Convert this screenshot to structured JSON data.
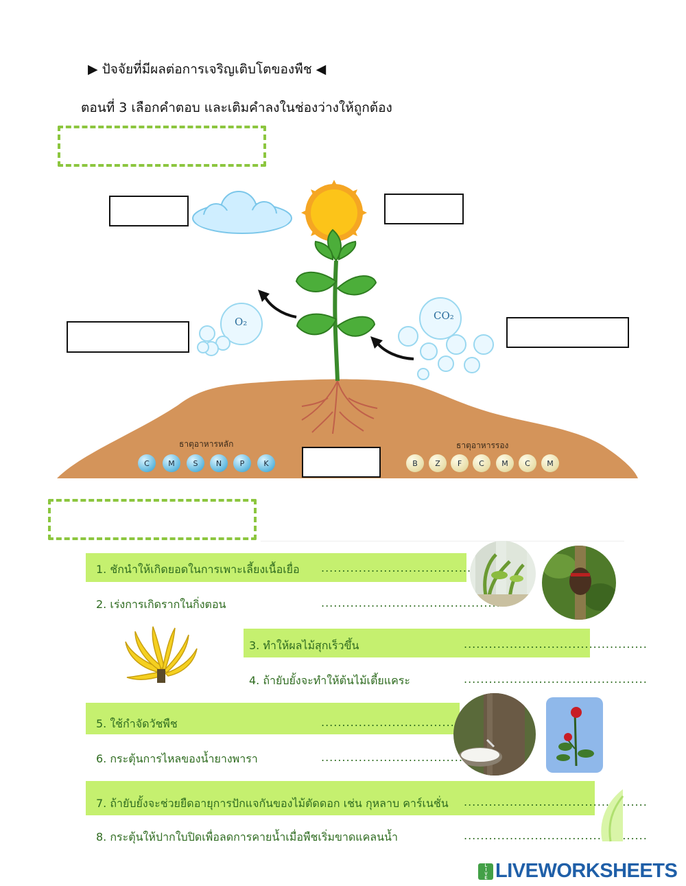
{
  "header": {
    "title": "▶ ปัจจัยที่มีผลต่อการเจริญเติบโตของพืช ◀",
    "instruction": "ตอนที่  3  เลือกคำตอบ และเติมคำลงในช่องว่างให้ถูกต้อง"
  },
  "diagram": {
    "o2_label": "O₂",
    "co2_label": "CO₂",
    "macro_label": "ธาตุอาหารหลัก",
    "micro_label": "ธาตุอาหารรอง",
    "macro_nutrients": [
      "C",
      "M",
      "S",
      "N",
      "P",
      "K"
    ],
    "micro_nutrients": [
      "B",
      "Z",
      "F",
      "C",
      "M",
      "C",
      "M"
    ]
  },
  "questions": [
    {
      "text": "1. ชักนำให้เกิดยอดในการเพาะเลี้ยงเนื้อเยื่อ",
      "dots": "............................................"
    },
    {
      "text": "2. เร่งการเกิดรากในกิ่งตอน",
      "dots": "............................................"
    },
    {
      "text": "3. ทำให้ผลไม้สุกเร็วขึ้น",
      "dots": "............................................"
    },
    {
      "text": "4. ถ้ายับยั้งจะทำให้ต้นไม้เตี้ยแคระ",
      "dots": "............................................"
    },
    {
      "text": "5. ใช้กำจัดวัชพืช",
      "dots": "............................................"
    },
    {
      "text": "6. กระตุ้นการไหลของน้ำยางพารา",
      "dots": "............................................"
    },
    {
      "text": "7. ถ้ายับยั้งจะช่วยยืดอายุการปักแจกันของไม้ตัดดอก เช่น กุหลาบ คาร์เนชั่น",
      "dots": "............................................"
    },
    {
      "text": "8. กระตุ้นให้ปากใบปิดเพื่อลดการคายน้ำเมื่อพืชเริ่มขาดแคลนน้ำ",
      "dots": "............................................"
    }
  ],
  "footer": {
    "logo_badge": "LIVE",
    "logo_text": "LIVEWORKSHEETS"
  }
}
